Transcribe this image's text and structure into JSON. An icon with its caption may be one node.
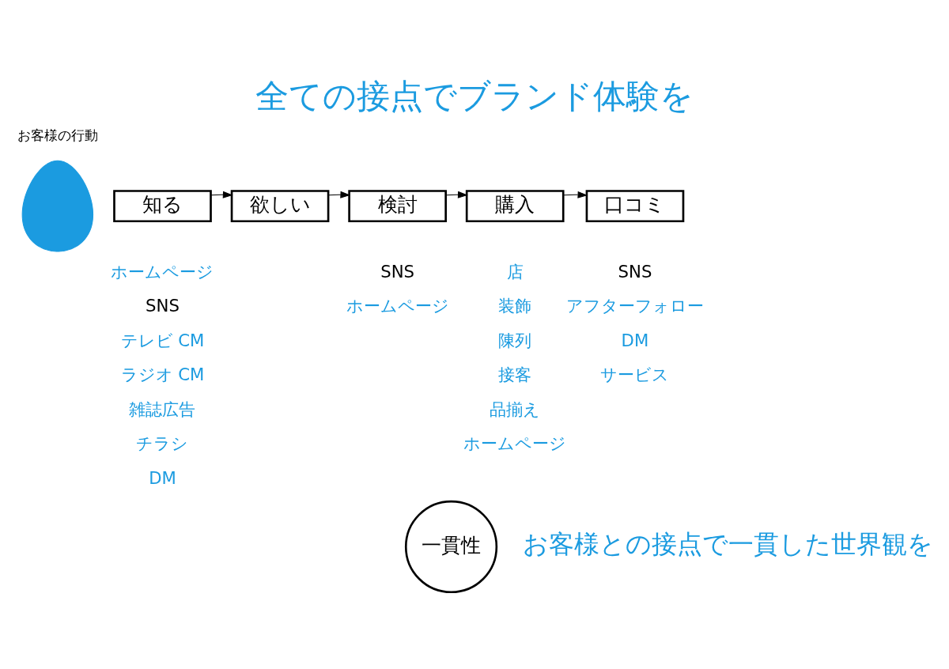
{
  "diagram": {
    "title": "全ての接点でブランド体験を",
    "nodes": [
      {
        "text": [],
        "shape": "person",
        "beside": [
          "お客様の行動"
        ]
      },
      {
        "text": [
          "知る"
        ]
      },
      {
        "text": [
          "欲しい"
        ]
      },
      {
        "text": [
          "検討"
        ]
      },
      {
        "text": [
          "購入"
        ]
      },
      {
        "text": [
          "口コミ"
        ]
      },
      {
        "text": [
          "一貫性"
        ],
        "beside": [
          "お客様との接点で一貫した世界観を"
        ]
      }
    ],
    "edges": [
      {
        "from": 1,
        "to": 2,
        "arrow": "to"
      },
      {
        "from": 2,
        "to": 3,
        "arrow": "to"
      },
      {
        "from": 3,
        "to": 4,
        "arrow": "to"
      },
      {
        "from": 4,
        "to": 5,
        "arrow": "to"
      }
    ],
    "labels": [
      "ホームページ",
      "SNS",
      "テレビ CM",
      "ラジオ CM",
      "雑誌広告",
      "チラシ",
      "DM",
      "SNS",
      "ホームページ",
      "店",
      "装飾",
      "陳列",
      "接客",
      "品揃え",
      "ホームページ",
      "SNS",
      "アフターフォロー",
      "DM",
      "サービス"
    ]
  }
}
